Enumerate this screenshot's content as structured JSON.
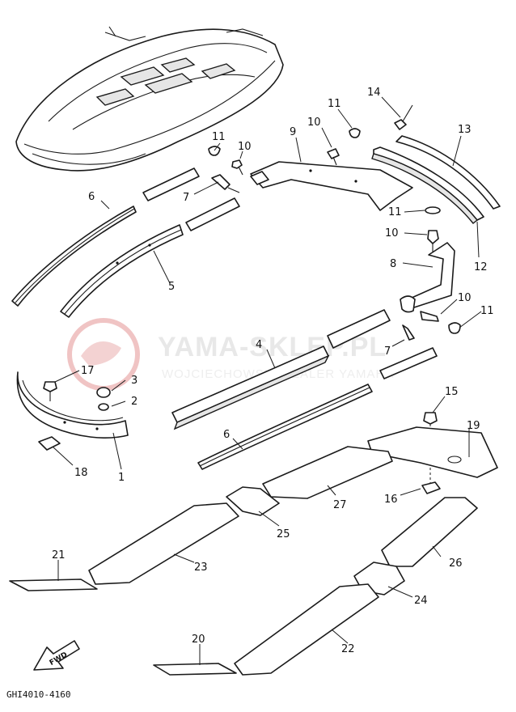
{
  "diagram_code": "GHI4010-4160",
  "fwd_label": "FWD",
  "watermark": {
    "line1": "YAMA-SKLEP.PL",
    "line2": "WOJCIECHOWSKI   DEALER YAMAHA",
    "color": "#e6a0a0"
  },
  "callouts": {
    "c1": "1",
    "c2": "2",
    "c3": "3",
    "c4": "4",
    "c5": "5",
    "c6a": "6",
    "c6b": "6",
    "c7a": "7",
    "c7b": "7",
    "c8": "8",
    "c9": "9",
    "c10a": "10",
    "c10b": "10",
    "c10c": "10",
    "c10d": "10",
    "c11a": "11",
    "c11b": "11",
    "c11c": "11",
    "c11d": "11",
    "c12": "12",
    "c13": "13",
    "c14": "14",
    "c15": "15",
    "c16": "16",
    "c17": "17",
    "c18": "18",
    "c19": "19",
    "c20": "20",
    "c21": "21",
    "c22": "22",
    "c23": "23",
    "c24": "24",
    "c25": "25",
    "c26": "26",
    "c27": "27"
  }
}
